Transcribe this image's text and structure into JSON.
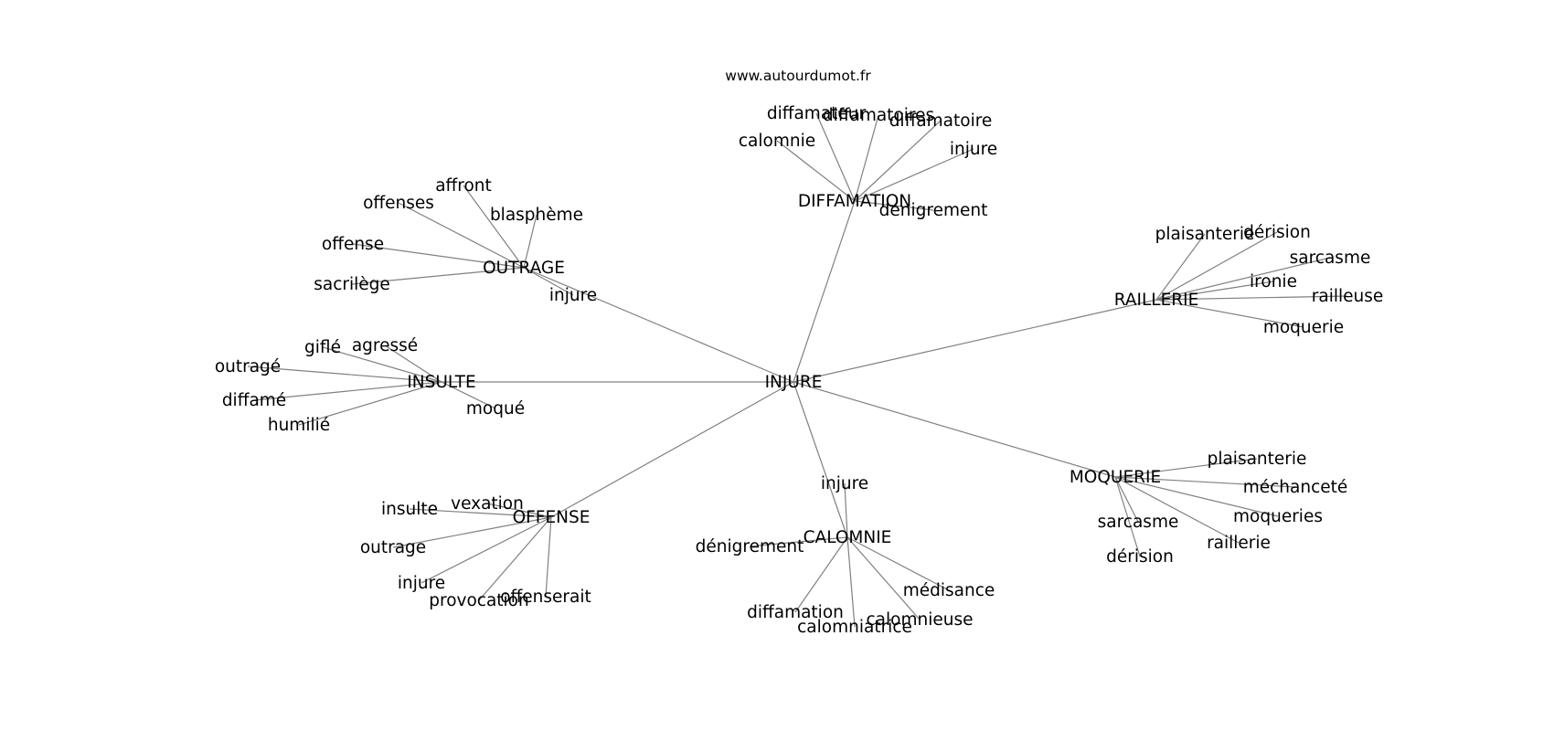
{
  "site": "www.autourdumot.fr",
  "center": "INJURE",
  "clusters": [
    {
      "hub": "DIFFAMATION",
      "words": [
        "diffamateur",
        "diffamatoires",
        "diffamatoire",
        "calomnie",
        "injure",
        "dénigrement"
      ]
    },
    {
      "hub": "OUTRAGE",
      "words": [
        "affront",
        "offenses",
        "blasphème",
        "offense",
        "sacrilège",
        "injure"
      ]
    },
    {
      "hub": "RAILLERIE",
      "words": [
        "plaisanterie",
        "dérision",
        "sarcasme",
        "ironie",
        "railleuse",
        "moquerie"
      ]
    },
    {
      "hub": "INSULTE",
      "words": [
        "giflé",
        "agressé",
        "outragé",
        "diffamé",
        "humilié",
        "moqué"
      ]
    },
    {
      "hub": "MOQUERIE",
      "words": [
        "plaisanterie",
        "méchanceté",
        "moqueries",
        "raillerie",
        "sarcasme",
        "dérision"
      ]
    },
    {
      "hub": "OFFENSE",
      "words": [
        "vexation",
        "insulte",
        "outrage",
        "injure",
        "provocation",
        "offenserait"
      ]
    },
    {
      "hub": "CALOMNIE",
      "words": [
        "injure",
        "dénigrement",
        "médisance",
        "calomnieuse",
        "diffamation",
        "calomniatrice"
      ]
    }
  ]
}
